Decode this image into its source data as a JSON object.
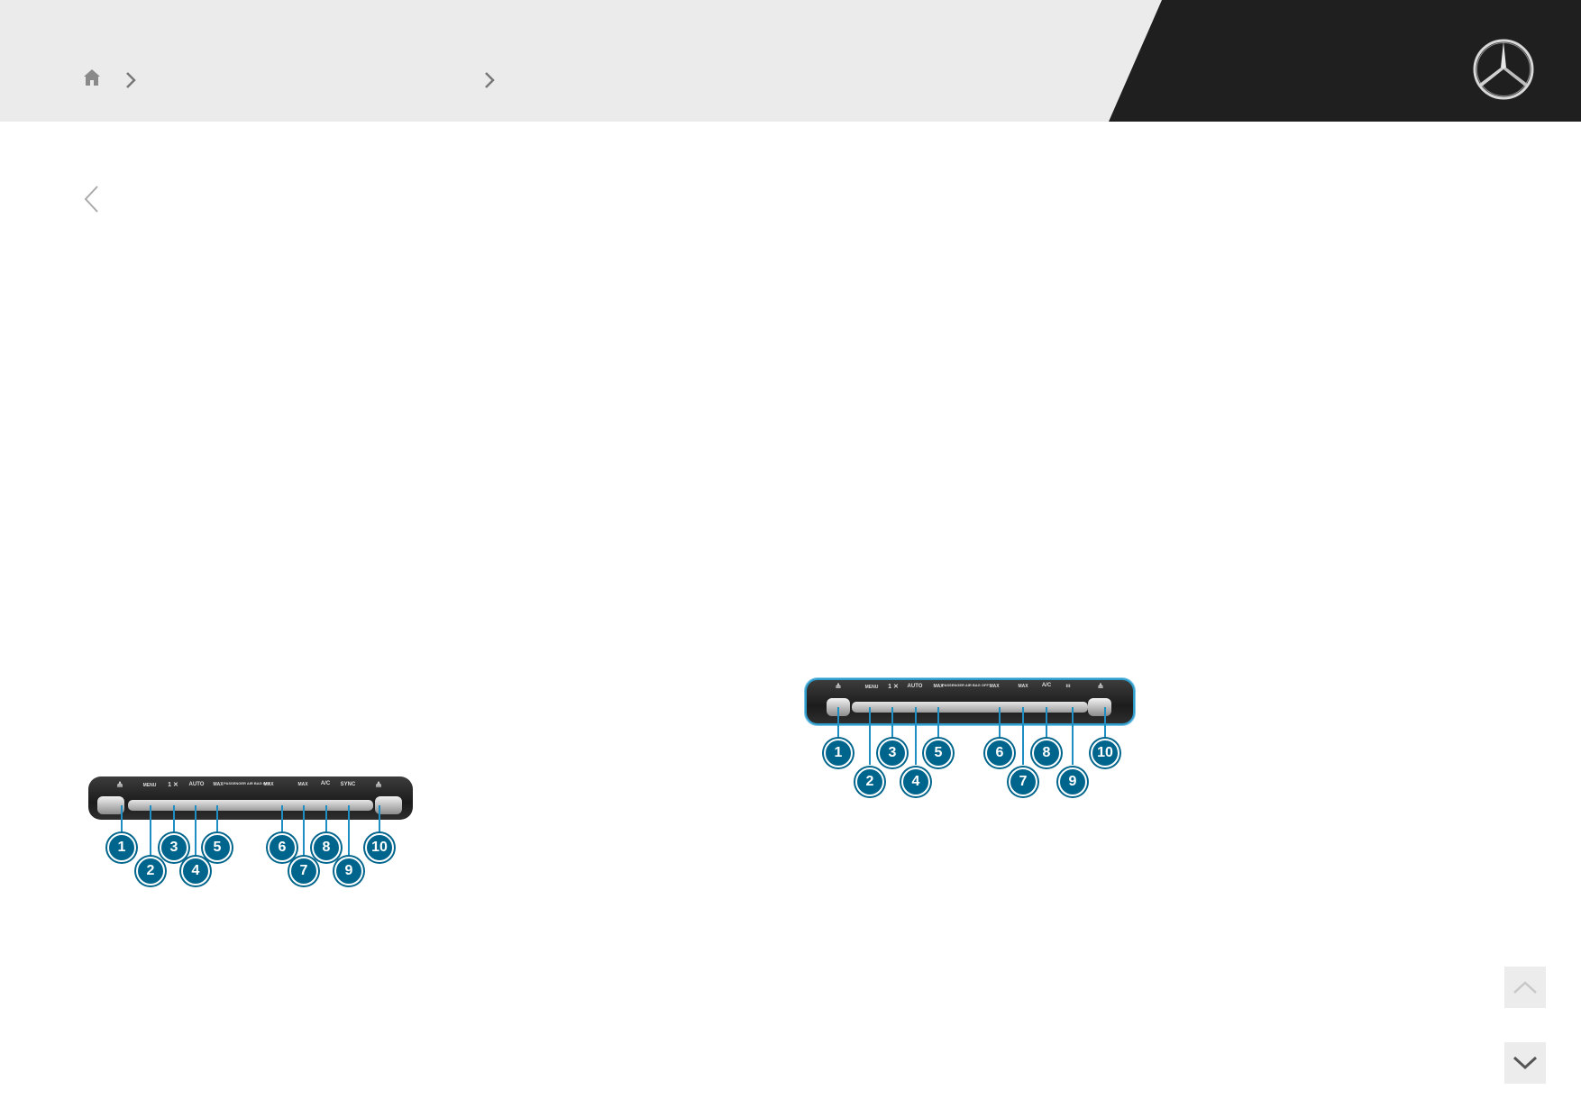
{
  "header": {
    "home_icon": "home-icon",
    "breadcrumb_separator_icon": "chevron-right-icon",
    "brand_logo": "mercedes-star-logo",
    "bar_color": "#ebebeb",
    "dark_panel_color": "#1f1f1f"
  },
  "navigation": {
    "back_icon": "chevron-left-icon"
  },
  "figure_left": {
    "symbols": [
      "≙",
      "MENU",
      "1 ✕",
      "AUTO",
      "MAX",
      "PASSENGER AIR BAG OFF",
      "MAX",
      "MAX",
      "A/C",
      "SYNC",
      "≙"
    ],
    "callouts": [
      "1",
      "2",
      "3",
      "4",
      "5",
      "6",
      "7",
      "8",
      "9",
      "10"
    ]
  },
  "figure_right": {
    "symbols": [
      "≙",
      "MENU",
      "1 ✕",
      "AUTO",
      "MAX",
      "PASSENGER AIR BAG OFF",
      "MAX",
      "MAX",
      "A/C",
      "ııı",
      "≙"
    ],
    "callouts": [
      "1",
      "2",
      "3",
      "4",
      "5",
      "6",
      "7",
      "8",
      "9",
      "10"
    ]
  },
  "scroll": {
    "up_icon": "chevron-up-icon",
    "down_icon": "chevron-down-icon"
  },
  "colors": {
    "callout_fill": "#00658c",
    "callout_line": "#1f8ec3",
    "icon_gray": "#8a8a8a"
  }
}
